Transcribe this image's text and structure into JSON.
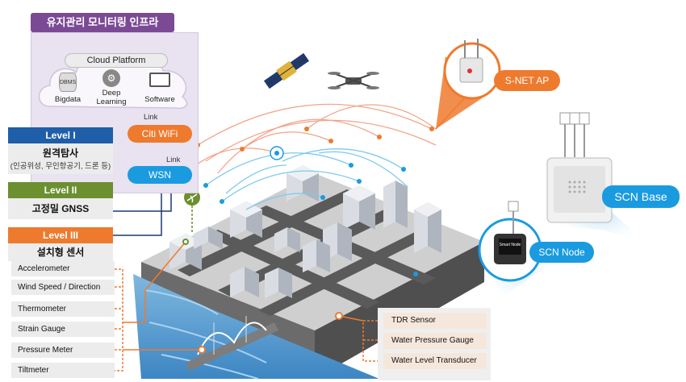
{
  "infra": {
    "title": "유지관리 모니터링 인프라",
    "cloud_label": "Cloud Platform",
    "items": [
      {
        "icon_text": "DBMS",
        "label": "Bigdata"
      },
      {
        "label": "Deep Learning",
        "label_line1": "Deep",
        "label_line2": "Learning"
      },
      {
        "label": "Software"
      }
    ]
  },
  "levels": [
    {
      "head": "Level I",
      "title": "원격탐사",
      "subtitle": "(인공위성, 무인항공기, 드론 등)",
      "color": "#1f5ea8"
    },
    {
      "head": "Level II",
      "title": "고정밀 GNSS",
      "color": "#6c8f2f"
    },
    {
      "head": "Level III",
      "title": "설치형 센서",
      "color": "#ee7a2e"
    }
  ],
  "sensors_left": [
    "Accelerometer",
    "Wind Speed / Direction",
    "Thermometer",
    "Strain Gauge",
    "Pressure Meter",
    "Tiltmeter"
  ],
  "sensors_right": [
    "TDR Sensor",
    "Water Pressure Gauge",
    "Water Level Transducer"
  ],
  "network": {
    "citi_wifi": "Citi WiFi",
    "wsn": "WSN",
    "link_label": "Link",
    "colors": {
      "orange": "#ee7a2e",
      "blue": "#1a9be0",
      "purple": "#7b4a94"
    }
  },
  "callouts": {
    "snet_ap": "S-NET AP",
    "scn_base": "SCN Base",
    "scn_node": "SCN Node"
  },
  "devices": {
    "node_screen_text": "Smart Node"
  }
}
